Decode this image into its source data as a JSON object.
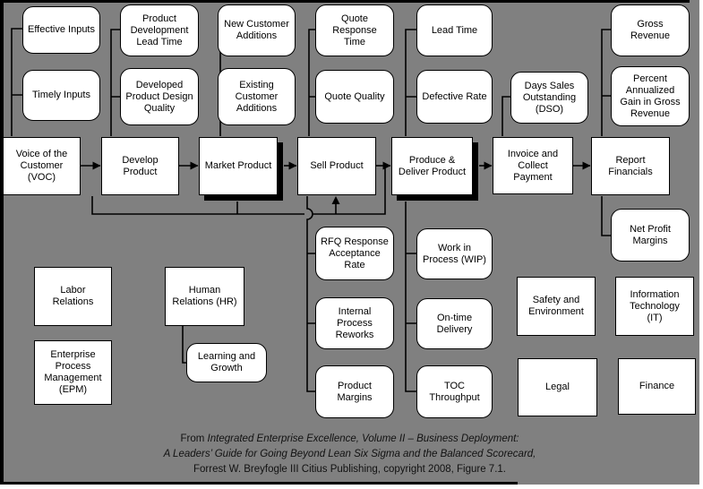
{
  "figure": {
    "colors": {
      "background": "#808080",
      "box_fill": "#FFFFFF",
      "line": "#000000"
    },
    "boxes": {
      "effective_inputs": "Effective Inputs",
      "timely_inputs": "Timely Inputs",
      "product_development_lead_time": "Product Development Lead Time",
      "developed_product_design_quality": "Developed Product Design Quality",
      "new_customer_additions": "New Customer Additions",
      "existing_customer_additions": "Existing Customer Additions",
      "quote_response_time": "Quote Response Time",
      "quote_quality": "Quote Quality",
      "lead_time": "Lead Time",
      "defective_rate": "Defective Rate",
      "days_sales_outstanding": "Days Sales Outstanding (DSO)",
      "gross_revenue": "Gross Revenue",
      "percent_annualized_gain": "Percent Annualized Gain in Gross Revenue",
      "voc": "Voice of the Customer (VOC)",
      "develop_product": "Develop Product",
      "market_product": "Market Product",
      "sell_product": "Sell Product",
      "produce_deliver_product": "Produce & Deliver Product",
      "invoice_collect_payment": "Invoice and Collect Payment",
      "report_financials": "Report Financials",
      "rfq_response_acceptance_rate": "RFQ Response Acceptance Rate",
      "internal_process_reworks": "Internal Process Reworks",
      "product_margins": "Product Margins",
      "work_in_process": "Work in Process (WIP)",
      "on_time_delivery": "On-time Delivery",
      "toc_throughput": "TOC Throughput",
      "net_profit_margins": "Net Profit Margins",
      "learning_and_growth": "Learning and Growth",
      "labor_relations": "Labor Relations",
      "human_relations": "Human Relations (HR)",
      "enterprise_process_management": "Enterprise Process Management (EPM)",
      "safety_and_environment": "Safety and Environment",
      "information_technology": "Information Technology (IT)",
      "legal": "Legal",
      "finance": "Finance"
    },
    "caption": {
      "prefix": "From",
      "title_line1": "Integrated Enterprise Excellence, Volume II – Business Deployment:",
      "title_line2": "A Leaders’ Guide for Going Beyond Lean Six Sigma and the Balanced Scorecard,",
      "credit_line": "Forrest W. Breyfogle III Citius Publishing, copyright 2008, Figure 7.1."
    }
  }
}
